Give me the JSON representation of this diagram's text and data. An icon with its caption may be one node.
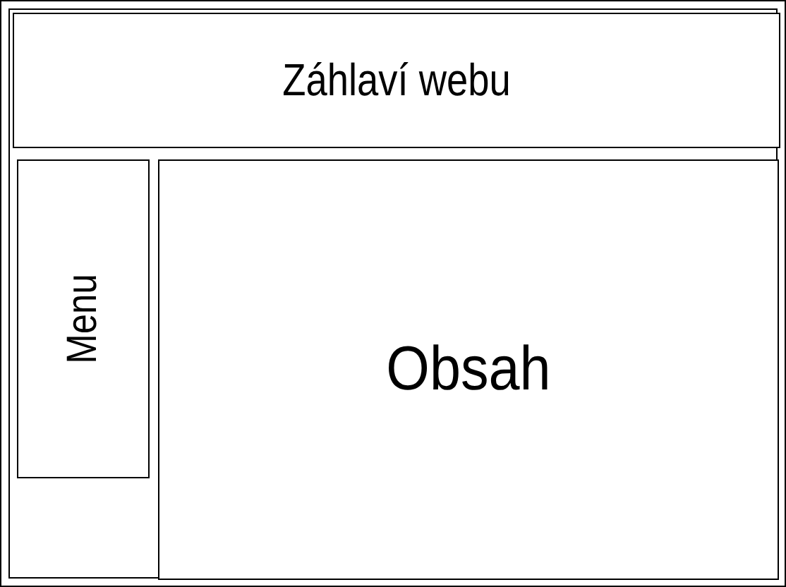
{
  "diagram": {
    "nodes": [
      {
        "text": [],
        "shape": "box"
      },
      {
        "text": [
          "Záhlaví webu"
        ],
        "in": 0
      },
      {
        "text": [
          "Menu"
        ],
        "in": 0
      },
      {
        "text": [
          "Obsah"
        ],
        "in": 0
      }
    ]
  }
}
